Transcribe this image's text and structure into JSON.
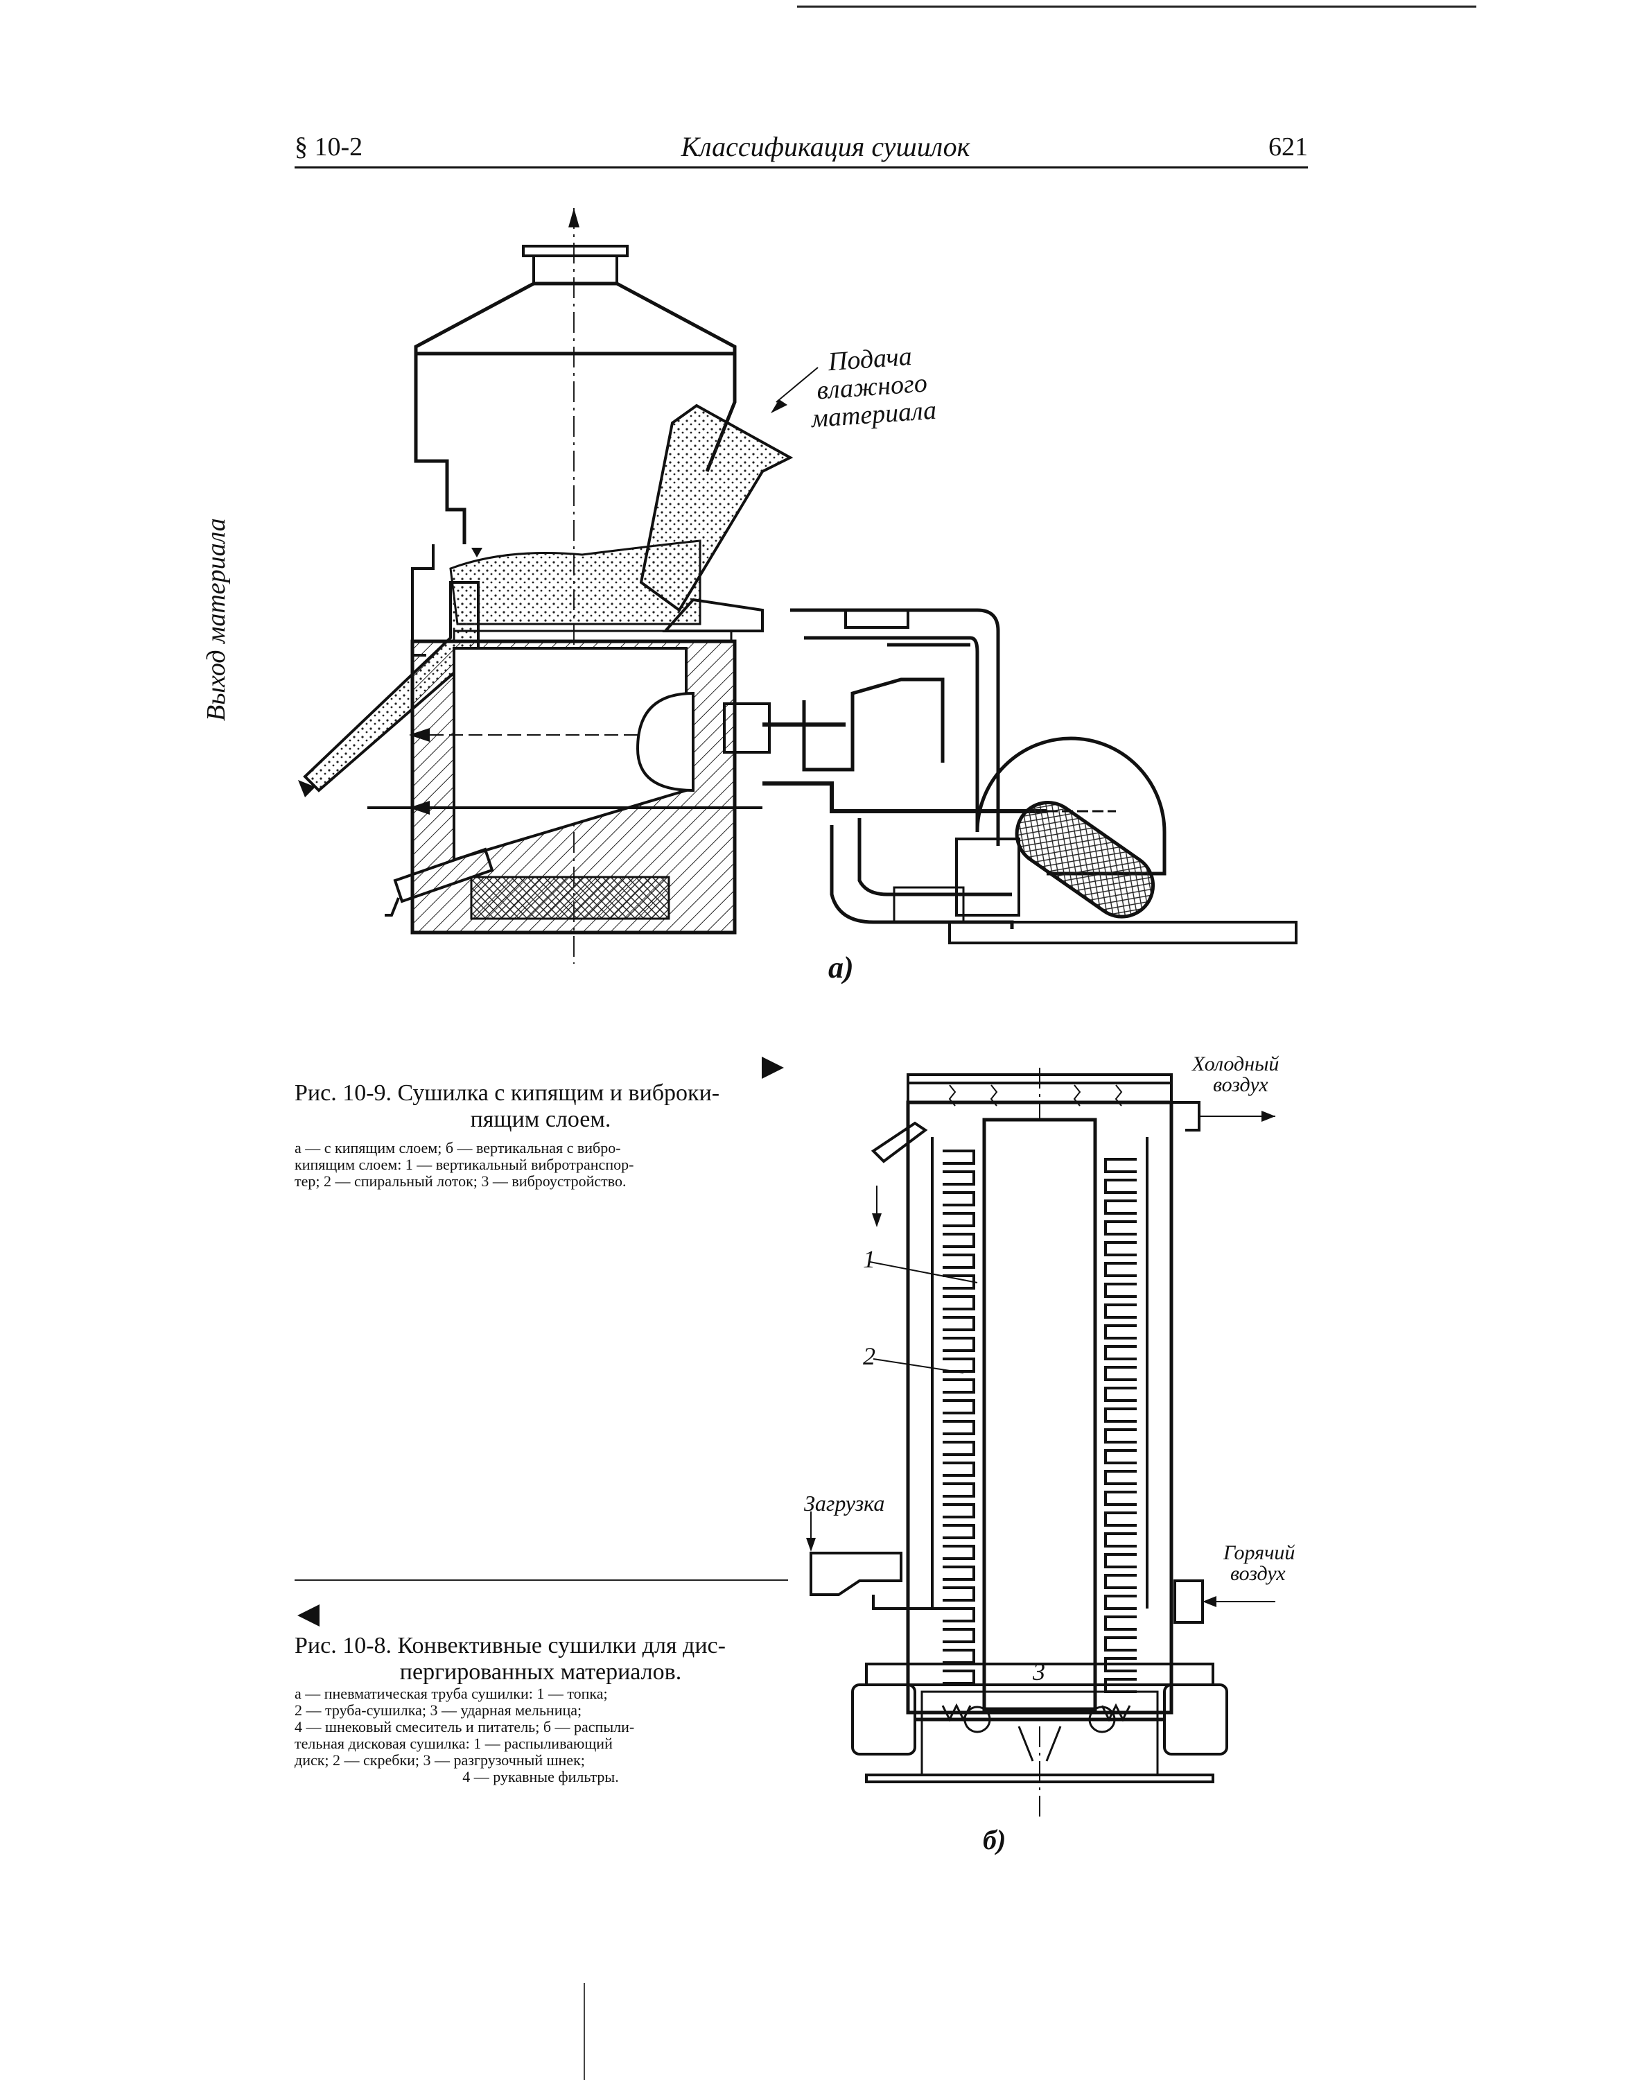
{
  "header": {
    "section": "§ 10-2",
    "title": "Классификация сушилок",
    "page_number": "621"
  },
  "figure_a": {
    "label_feed_line1": "Подача влажного",
    "label_feed_line2": "материала",
    "label_output": "Выход материала",
    "panel_label": "а)"
  },
  "figure_b": {
    "label_cold_air_line1": "Холодный",
    "label_cold_air_line2": "воздух",
    "label_hot_air_line1": "Горячий",
    "label_hot_air_line2": "воздух",
    "label_loading": "Загрузка",
    "num_1": "1",
    "num_2": "2",
    "num_3": "3",
    "panel_label": "б)"
  },
  "caption_10_9": {
    "title_line1": "Рис. 10-9. Сушилка с кипящим и виброки-",
    "title_line2": "пящим слоем.",
    "body_line1": "а — с кипящим слоем; б — вертикальная с вибро-",
    "body_line2": "кипящим слоем: 1 — вертикальный вибротранспор-",
    "body_line3": "тер; 2 — спиральный лоток; 3 — виброустройство."
  },
  "caption_10_8": {
    "title_line1": "Рис. 10-8. Конвективные сушилки для дис-",
    "title_line2": "пергированных материалов.",
    "body_line1": "а — пневматическая труба сушилки: 1 — топка;",
    "body_line2": "2 — труба-сушилка; 3 — ударная мельница;",
    "body_line3": "4 — шнековый смеситель и питатель; б — распыли-",
    "body_line4": "тельная дисковая сушилка: 1 — распыливающий",
    "body_line5": "диск; 2 — скребки; 3 — разгрузочный шнек;",
    "body_line6": "4 — рукавные фильтры."
  },
  "icons": {
    "arrow_right": "triangle-right-icon",
    "arrow_left": "triangle-left-icon"
  }
}
